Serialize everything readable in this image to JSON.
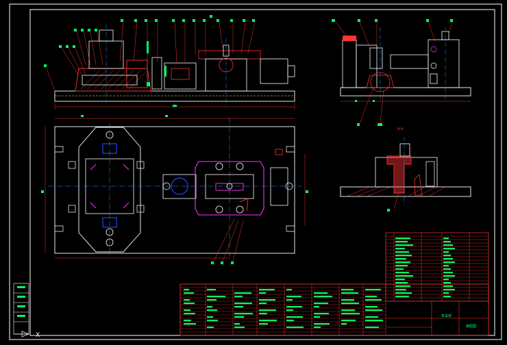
{
  "drawing": {
    "background": "#000000",
    "colors": {
      "frame": "#ffffff",
      "outline": "#ffffff",
      "hidden": "#ffff66",
      "center": "#3399ff",
      "dimension": "#ff3333",
      "section": "#ff3333",
      "text": "#00ff66",
      "fastener": "#ff33ff",
      "block": "#2244ff"
    },
    "section_label": "A-A",
    "title_block": {
      "title": "夹具体",
      "drawing_no": "装配图"
    },
    "axis_marker": {
      "x_label": "X"
    }
  }
}
